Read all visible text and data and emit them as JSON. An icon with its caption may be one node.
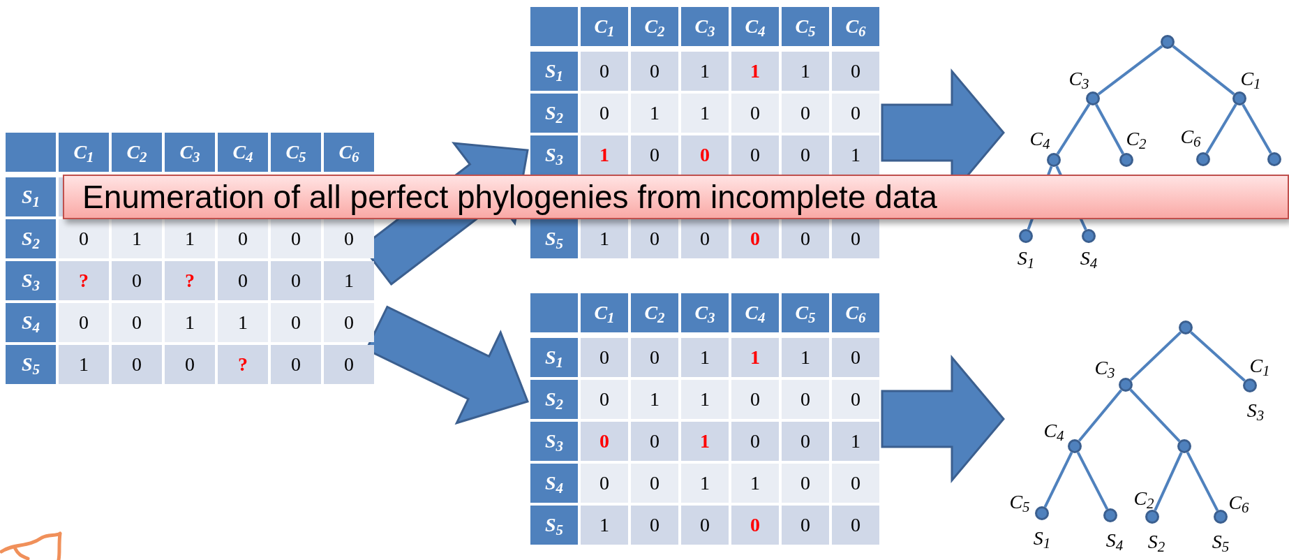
{
  "diagram": {
    "title": "Enumeration of all perfect phylogenies from incomplete data",
    "nodes": [
      {
        "text": [
          "C$_{1}$",
          "C$_{2}$",
          "C$_{3}$",
          "C$_{4}$",
          "C$_{5}$",
          "C$_{6}$",
          "S$_{1}$",
          "S$_{2}$",
          "0",
          "1",
          "1",
          "0",
          "0",
          "0",
          "S$_{3}$",
          "?",
          "0",
          "?",
          "0",
          "0",
          "1",
          "S$_{4}$",
          "0",
          "0",
          "1",
          "1",
          "0",
          "0",
          "S$_{5}$",
          "1",
          "0",
          "0",
          "?",
          "0",
          "0"
        ]
      },
      {
        "text": [
          "C$_{1}$",
          "C$_{2}$",
          "C$_{3}$",
          "C$_{4}$",
          "C$_{5}$",
          "C$_{6}$",
          "S$_{1}$",
          "0",
          "0",
          "1",
          "1",
          "1",
          "0",
          "S$_{2}$",
          "0",
          "1",
          "1",
          "0",
          "0",
          "0",
          "S$_{3}$",
          "1",
          "0",
          "0",
          "0",
          "0",
          "1",
          "S$_{5}$",
          "1",
          "0",
          "0",
          "0",
          "0",
          "0"
        ]
      },
      {
        "text": [
          "C$_{1}$",
          "C$_{2}$",
          "C$_{3}$",
          "C$_{4}$",
          "C$_{5}$",
          "C$_{6}$",
          "S$_{1}$",
          "0",
          "0",
          "1",
          "1",
          "1",
          "0",
          "S$_{2}$",
          "0",
          "1",
          "1",
          "0",
          "0",
          "0",
          "S$_{3}$",
          "0",
          "0",
          "1",
          "0",
          "0",
          "1",
          "S$_{4}$",
          "0",
          "0",
          "1",
          "1",
          "0",
          "0",
          "S$_{5}$",
          "1",
          "0",
          "0",
          "0",
          "0",
          "0"
        ]
      },
      {
        "text": [],
        "shape": "circle"
      },
      {
        "text": [],
        "shape": "circle",
        "beside": [
          "C$_{3}$"
        ]
      },
      {
        "text": [],
        "shape": "circle",
        "beside": [
          "C$_{1}$"
        ]
      },
      {
        "text": [],
        "shape": "circle",
        "beside": [
          "C$_{4}$"
        ]
      },
      {
        "text": [],
        "shape": "circle",
        "beside": [
          "C$_{2}$"
        ]
      },
      {
        "text": [],
        "shape": "circle",
        "beside": [
          "C$_{6}$"
        ]
      },
      {
        "text": [],
        "shape": "circle"
      },
      {
        "text": [],
        "shape": "circle",
        "beside": [
          "S$_{1}$"
        ]
      },
      {
        "text": [],
        "shape": "circle",
        "beside": [
          "S$_{4}$"
        ]
      },
      {
        "text": [],
        "shape": "circle"
      },
      {
        "text": [],
        "shape": "circle",
        "beside": [
          "C$_{3}$"
        ]
      },
      {
        "text": [],
        "shape": "circle",
        "beside": [
          "C$_{1}$",
          "S$_{3}$"
        ]
      },
      {
        "text": [],
        "shape": "circle",
        "beside": [
          "C$_{4}$"
        ]
      },
      {
        "text": [],
        "shape": "circle"
      },
      {
        "text": [],
        "shape": "circle",
        "beside": [
          "C$_{5}$",
          "S$_{1}$"
        ]
      },
      {
        "text": [],
        "shape": "circle",
        "beside": [
          "S$_{4}$"
        ]
      },
      {
        "text": [],
        "shape": "circle",
        "beside": [
          "C$_{2}$",
          "S$_{2}$"
        ]
      },
      {
        "text": [],
        "shape": "circle",
        "beside": [
          "C$_{6}$",
          "S$_{5}$"
        ]
      }
    ],
    "edges": [
      {
        "from": 0,
        "to": 1,
        "arrow": "to",
        "style": "thick"
      },
      {
        "from": 0,
        "to": 2,
        "arrow": "to",
        "style": "thick"
      },
      {
        "from": 1,
        "to": null,
        "arrow": "to",
        "style": "thick"
      },
      {
        "from": 2,
        "to": null,
        "arrow": "to",
        "style": "thick"
      },
      {
        "from": 3,
        "to": 4,
        "arrow": "none"
      },
      {
        "from": 3,
        "to": 5,
        "arrow": "none"
      },
      {
        "from": 4,
        "to": 6,
        "arrow": "none"
      },
      {
        "from": 4,
        "to": 7,
        "arrow": "none"
      },
      {
        "from": 5,
        "to": 8,
        "arrow": "none"
      },
      {
        "from": 5,
        "to": 9,
        "arrow": "none"
      },
      {
        "from": 6,
        "to": 10,
        "arrow": "none"
      },
      {
        "from": 6,
        "to": 11,
        "arrow": "none"
      },
      {
        "from": 12,
        "to": 13,
        "arrow": "none"
      },
      {
        "from": 12,
        "to": 14,
        "arrow": "none"
      },
      {
        "from": 13,
        "to": 15,
        "arrow": "none"
      },
      {
        "from": 13,
        "to": 16,
        "arrow": "none"
      },
      {
        "from": 15,
        "to": 17,
        "arrow": "none"
      },
      {
        "from": 15,
        "to": 18,
        "arrow": "none"
      },
      {
        "from": 16,
        "to": 19,
        "arrow": "none"
      },
      {
        "from": 16,
        "to": 20,
        "arrow": "none"
      }
    ]
  }
}
